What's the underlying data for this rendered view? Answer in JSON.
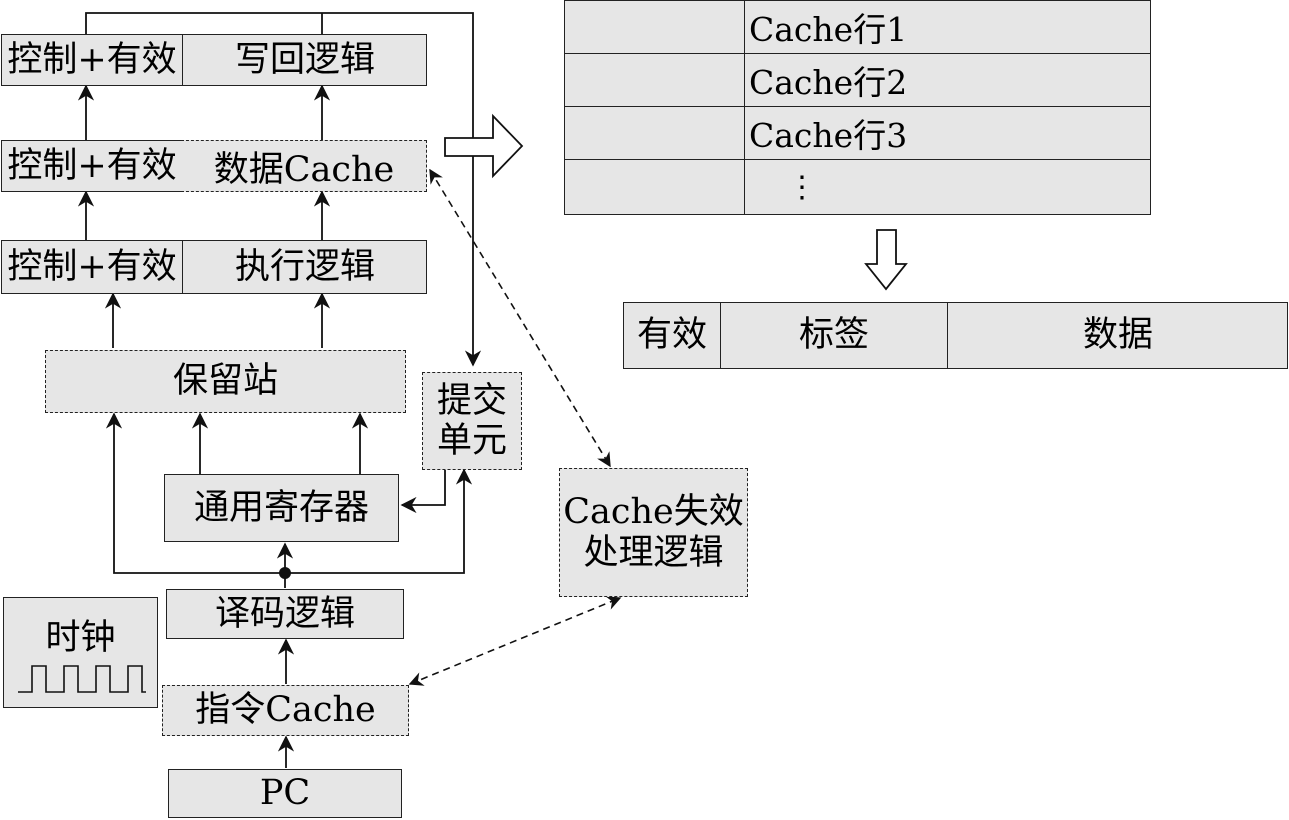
{
  "pipeline": {
    "control_valid": "控制+有效",
    "writeback_logic": "写回逻辑",
    "data_cache": "数据Cache",
    "execute_logic": "执行逻辑",
    "reservation_station": "保留站",
    "commit_unit_line1": "提交",
    "commit_unit_line2": "单元",
    "register_file": "通用寄存器",
    "decode_logic": "译码逻辑",
    "instruction_cache": "指令Cache",
    "pc": "PC",
    "clock": "时钟"
  },
  "miss_handler": {
    "line1": "Cache失效",
    "line2": "处理逻辑"
  },
  "cache_lines": [
    "Cache行1",
    "Cache行2",
    "Cache行3",
    "⋮"
  ],
  "line_format": {
    "valid": "有效",
    "tag": "标签",
    "data": "数据"
  },
  "colors": {
    "box_fill": "#e6e6e6",
    "stroke": "#222222"
  }
}
